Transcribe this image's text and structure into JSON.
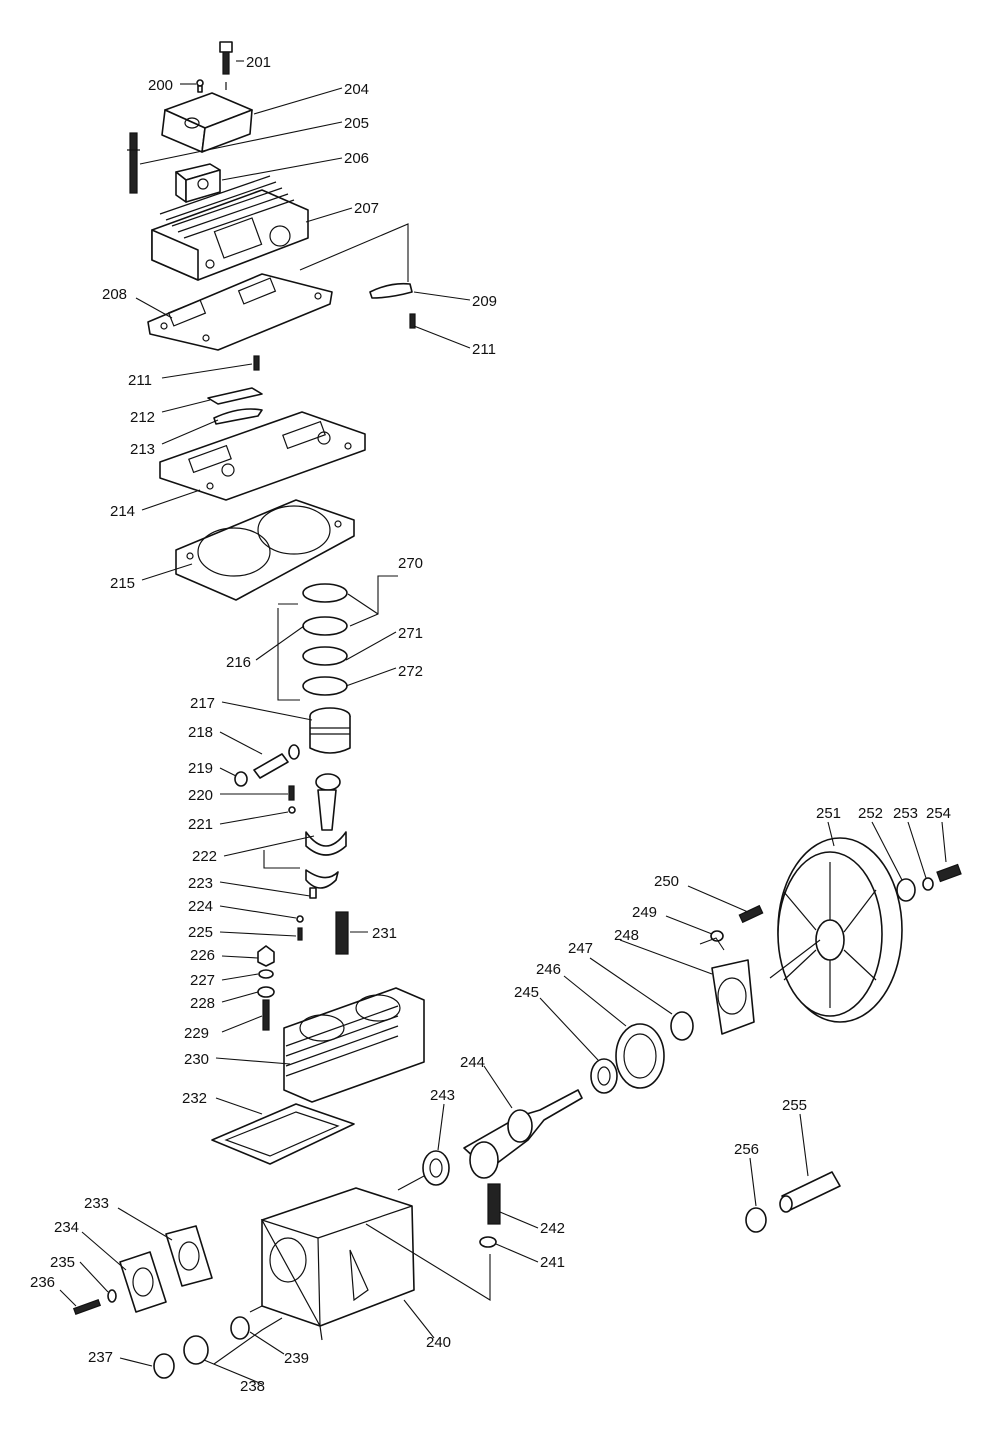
{
  "callouts": {
    "c200": "200",
    "c201": "201",
    "c204": "204",
    "c205": "205",
    "c206": "206",
    "c207": "207",
    "c208": "208",
    "c209": "209",
    "c211a": "211",
    "c211b": "211",
    "c212": "212",
    "c213": "213",
    "c214": "214",
    "c215": "215",
    "c216": "216",
    "c217": "217",
    "c218": "218",
    "c219": "219",
    "c220": "220",
    "c221": "221",
    "c222": "222",
    "c223": "223",
    "c224": "224",
    "c225": "225",
    "c226": "226",
    "c227": "227",
    "c228": "228",
    "c229": "229",
    "c230": "230",
    "c231": "231",
    "c232": "232",
    "c233": "233",
    "c234": "234",
    "c235": "235",
    "c236": "236",
    "c237": "237",
    "c238": "238",
    "c239": "239",
    "c240": "240",
    "c241": "241",
    "c242": "242",
    "c243": "243",
    "c244": "244",
    "c245": "245",
    "c246": "246",
    "c247": "247",
    "c248": "248",
    "c249": "249",
    "c250": "250",
    "c251": "251",
    "c252": "252",
    "c253": "253",
    "c254": "254",
    "c255": "255",
    "c256": "256",
    "c270": "270",
    "c271": "271",
    "c272": "272"
  }
}
